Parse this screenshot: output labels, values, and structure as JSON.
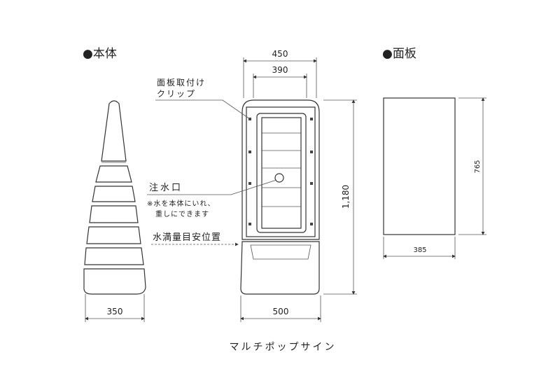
{
  "headings": {
    "body": "●本体",
    "panel": "●面板"
  },
  "labels": {
    "clip_line1": "面板取付け",
    "clip_line2": "クリップ",
    "water_inlet": "注水口",
    "water_note_line1": "※水を本体にいれ、",
    "water_note_line2": "重しにできます",
    "water_level": "水満量目安位置"
  },
  "dimensions": {
    "side_width": "350",
    "front_top_outer": "450",
    "front_top_inner": "390",
    "front_base": "500",
    "height": "1,180",
    "panel_height": "765",
    "panel_width": "385"
  },
  "caption": "マルチポップサイン"
}
